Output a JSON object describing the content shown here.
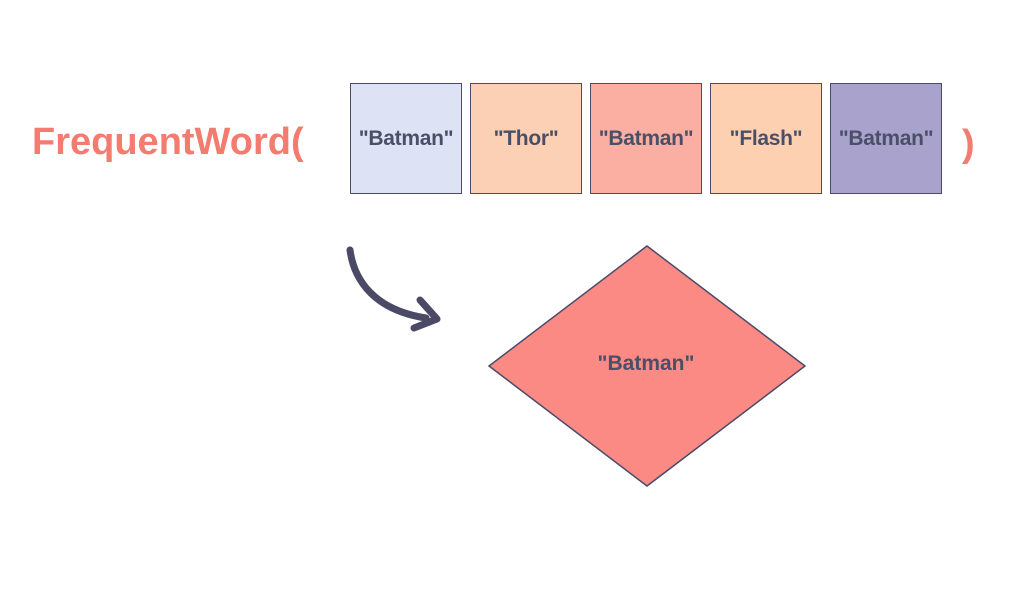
{
  "function": {
    "name": "FrequentWord(",
    "close_paren": ")"
  },
  "words": [
    {
      "label": "\"Batman\"",
      "color": "#dde2f4"
    },
    {
      "label": "\"Thor\"",
      "color": "#fcd0b4"
    },
    {
      "label": "\"Batman\"",
      "color": "#fbaea2"
    },
    {
      "label": "\"Flash\"",
      "color": "#fdd0b2"
    },
    {
      "label": "\"Batman\"",
      "color": "#a8a2cc"
    }
  ],
  "result": {
    "label": "\"Batman\"",
    "color": "#fa8a83"
  },
  "colors": {
    "accent": "#f47b6f",
    "arrow": "#4a4a66",
    "text": "#4a4f68"
  }
}
